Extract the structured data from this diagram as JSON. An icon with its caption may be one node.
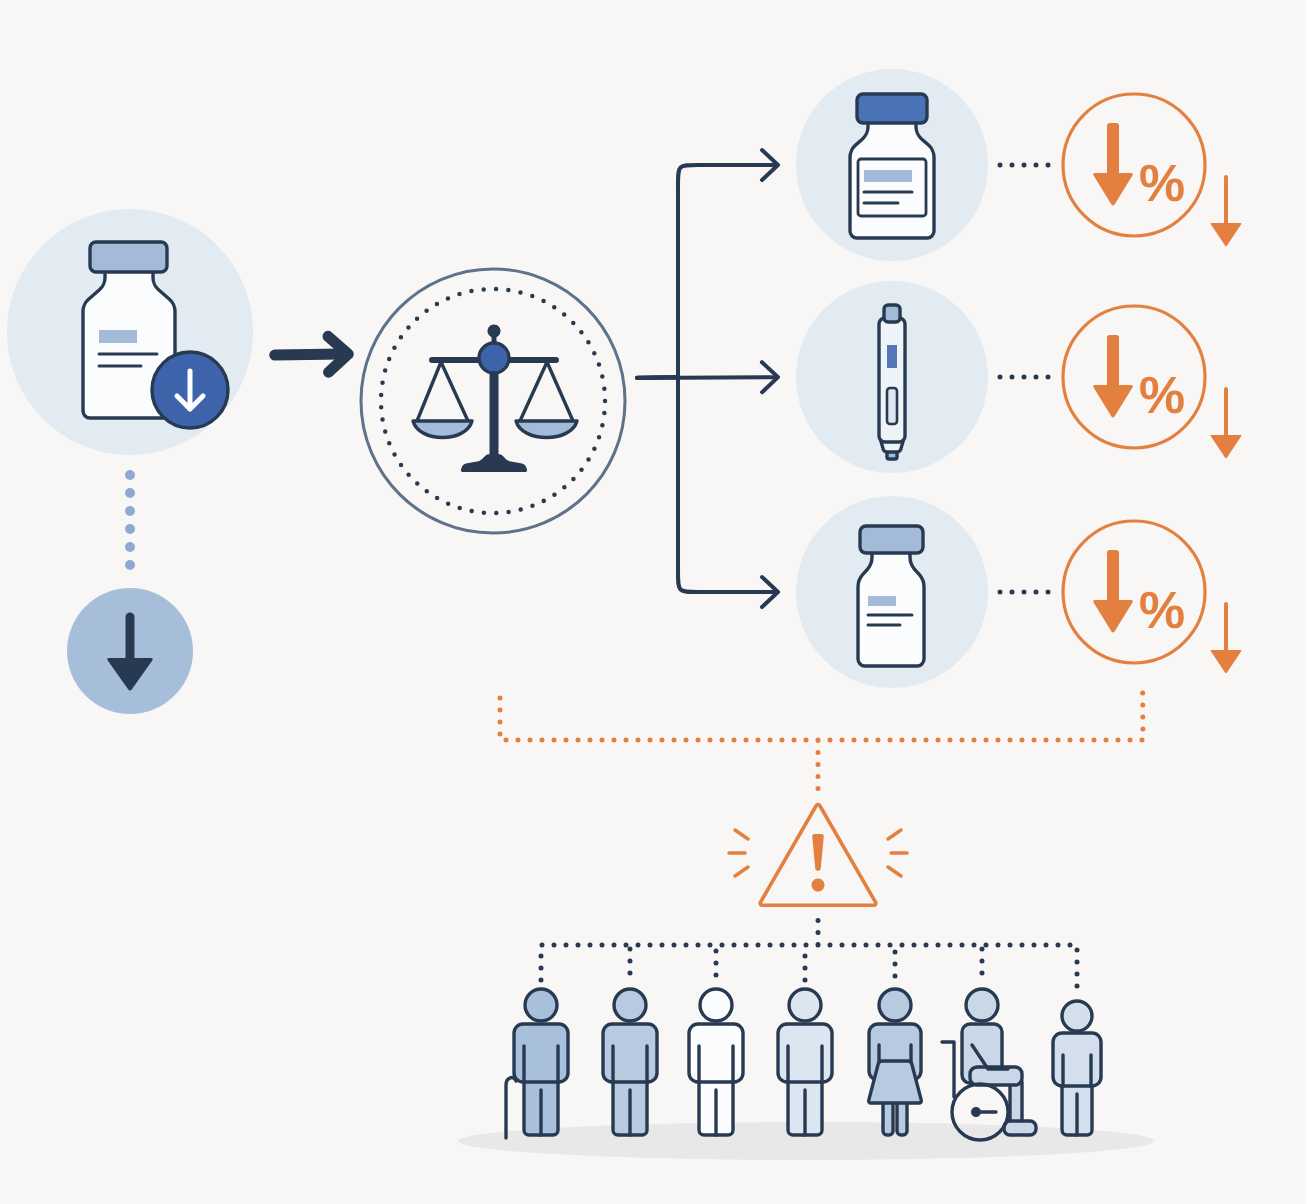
{
  "diagram": {
    "nodes": [
      {
        "text": [],
        "shape": "circle"
      },
      {
        "text": [],
        "shape": "circle"
      },
      {
        "text": [],
        "shape": "circle"
      },
      {
        "text": [],
        "shape": "circle"
      },
      {
        "text": [],
        "shape": "circle"
      },
      {
        "text": [],
        "shape": "circle"
      },
      {
        "text": [
          "%"
        ]
      },
      {
        "text": [
          "%"
        ]
      },
      {
        "text": [
          "%"
        ]
      },
      {
        "text": [],
        "shape": "triangle"
      },
      {
        "text": [],
        "shape": "person"
      },
      {
        "text": [],
        "shape": "person"
      },
      {
        "text": [],
        "shape": "person"
      },
      {
        "text": [],
        "shape": "person"
      },
      {
        "text": [],
        "shape": "person"
      },
      {
        "text": [],
        "shape": "person"
      },
      {
        "text": [],
        "shape": "person"
      }
    ],
    "edges": [
      {
        "from": 0,
        "to": 1,
        "arrow": "none",
        "style": "dashed",
        "color": "#8faad0"
      },
      {
        "from": 0,
        "to": 2,
        "arrow": "to",
        "style": "thick"
      },
      {
        "from": 2,
        "to": 3,
        "arrow": "to"
      },
      {
        "from": 2,
        "to": 4,
        "arrow": "to"
      },
      {
        "from": 2,
        "to": 5,
        "arrow": "to"
      },
      {
        "from": 3,
        "to": 6,
        "arrow": "none",
        "style": "dashed"
      },
      {
        "from": 4,
        "to": 7,
        "arrow": "none",
        "style": "dashed"
      },
      {
        "from": 5,
        "to": 8,
        "arrow": "none",
        "style": "dashed"
      },
      {
        "from": null,
        "to": 9,
        "arrow": "none",
        "style": "dashed",
        "color": "#e4803f"
      },
      {
        "from": 8,
        "to": 9,
        "arrow": "none",
        "style": "dashed",
        "color": "#e4803f"
      },
      {
        "from": 9,
        "to": 10,
        "arrow": "none",
        "style": "dashed"
      },
      {
        "from": 9,
        "to": 11,
        "arrow": "none",
        "style": "dashed"
      },
      {
        "from": 9,
        "to": 12,
        "arrow": "none",
        "style": "dashed"
      },
      {
        "from": 9,
        "to": 13,
        "arrow": "none",
        "style": "dashed"
      },
      {
        "from": 9,
        "to": 14,
        "arrow": "none",
        "style": "dashed"
      },
      {
        "from": 9,
        "to": 15,
        "arrow": "none",
        "style": "dashed"
      },
      {
        "from": 9,
        "to": 16,
        "arrow": "none",
        "style": "dashed"
      }
    ]
  }
}
